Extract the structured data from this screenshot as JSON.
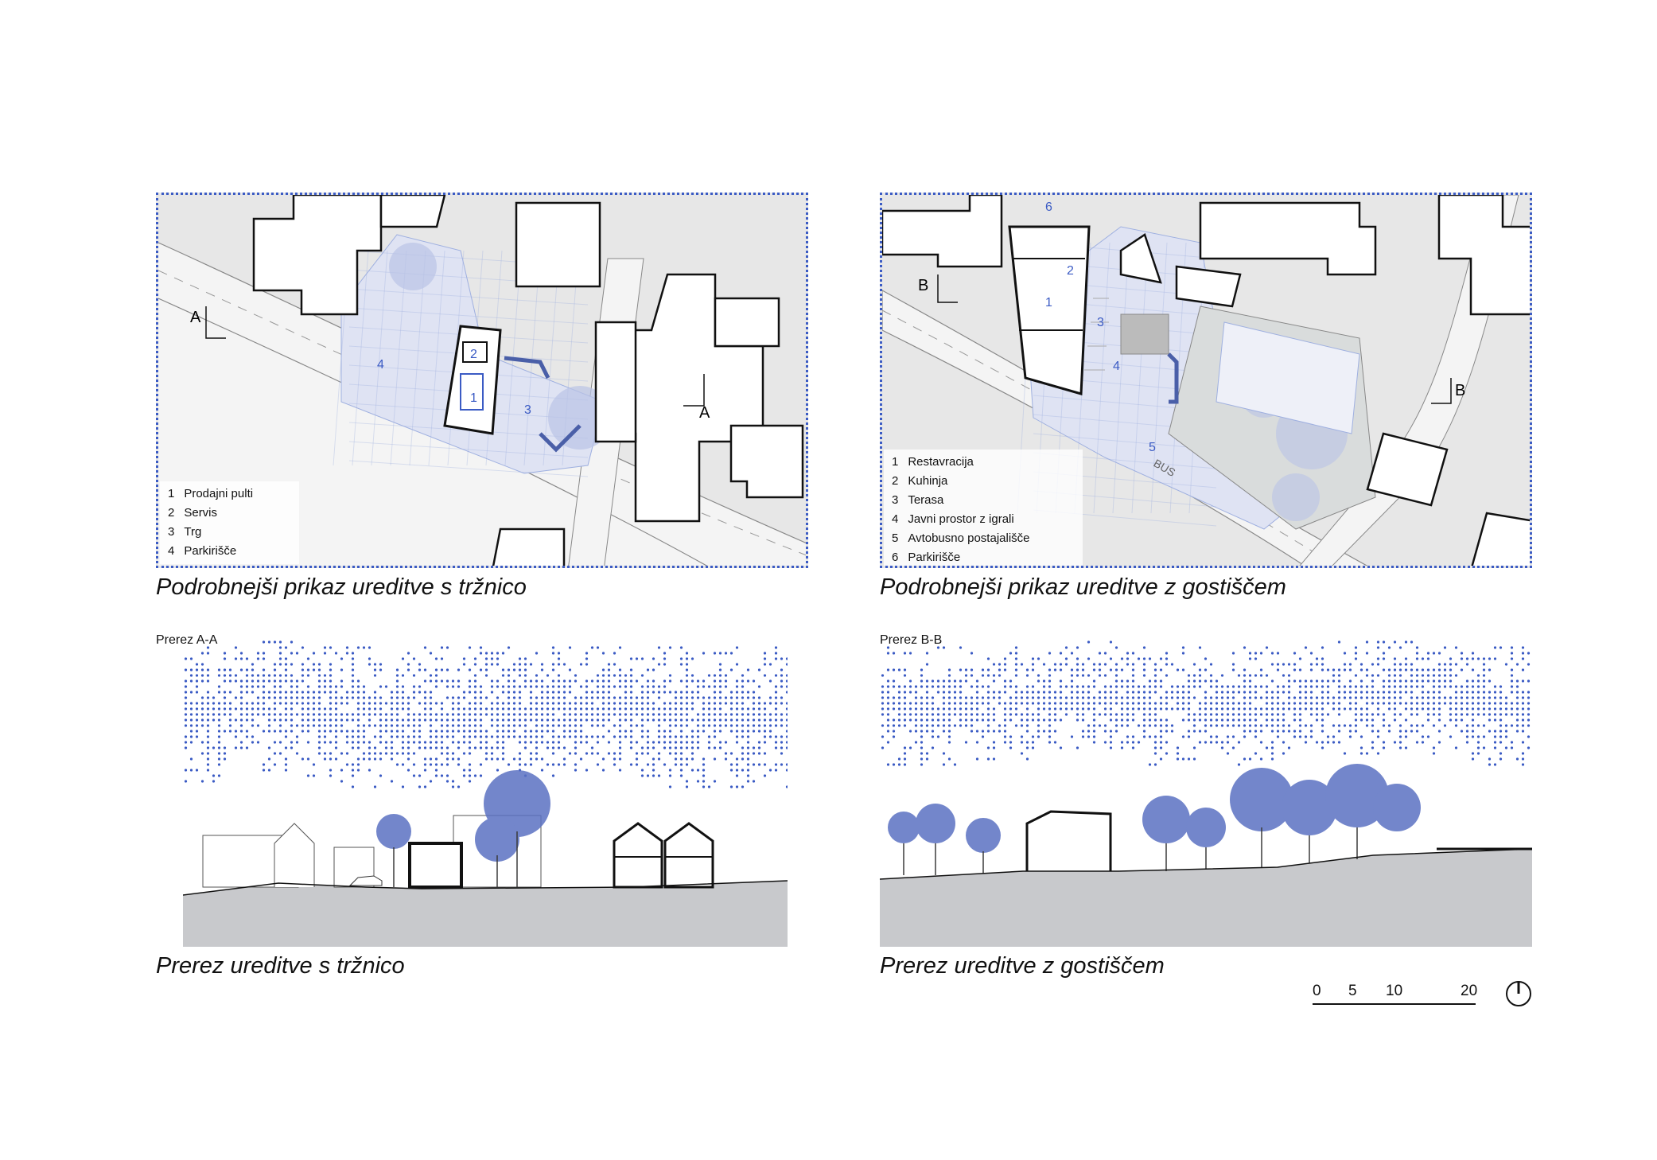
{
  "plan_left": {
    "caption": "Podrobnejši prikaz ureditve s tržnico",
    "section_mark": "A",
    "labels": [
      "1",
      "2",
      "3",
      "4"
    ],
    "legend": [
      {
        "num": "1",
        "text": "Prodajni pulti"
      },
      {
        "num": "2",
        "text": "Servis"
      },
      {
        "num": "3",
        "text": "Trg"
      },
      {
        "num": "4",
        "text": "Parkirišče"
      }
    ]
  },
  "plan_right": {
    "caption": "Podrobnejši prikaz ureditve z gostiščem",
    "section_mark": "B",
    "road_marking": "BUS",
    "labels": [
      "1",
      "2",
      "3",
      "4",
      "5",
      "6"
    ],
    "legend": [
      {
        "num": "1",
        "text": "Restavracija"
      },
      {
        "num": "2",
        "text": "Kuhinja"
      },
      {
        "num": "3",
        "text": "Terasa"
      },
      {
        "num": "4",
        "text": "Javni prostor z igrali"
      },
      {
        "num": "5",
        "text": "Avtobusno postajališče"
      },
      {
        "num": "6",
        "text": "Parkirišče"
      }
    ]
  },
  "section_left": {
    "title": "Prerez A-A",
    "caption": "Prerez ureditve s tržnico"
  },
  "section_right": {
    "title": "Prerez B-B",
    "caption": "Prerez ureditve z gostiščem"
  },
  "scale_bar": {
    "ticks": [
      "0",
      "5",
      "10",
      "20"
    ]
  },
  "colors": {
    "accent": "#3b5bc4",
    "ground": "#c8c9cc",
    "plan_bg": "#e7e7e7",
    "building": "#ffffff"
  },
  "icons": [
    "north-arrow-icon"
  ]
}
